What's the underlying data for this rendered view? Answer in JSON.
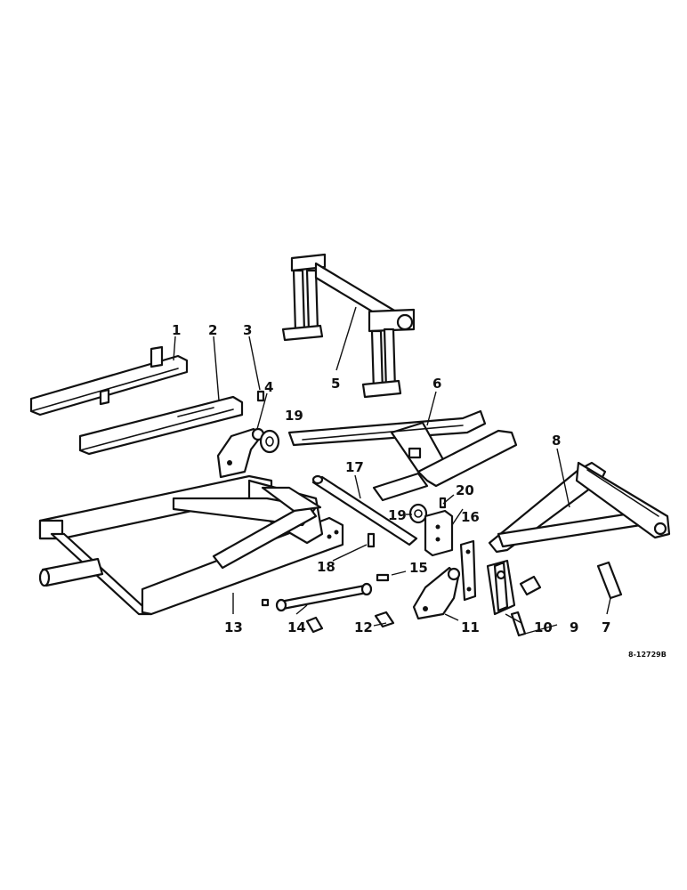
{
  "callouts": {
    "p1": "1",
    "p2": "2",
    "p3": "3",
    "p4": "4",
    "p5": "5",
    "p6": "6",
    "p7": "7",
    "p8": "8",
    "p9": "9",
    "p10": "10",
    "p11": "11",
    "p12": "12",
    "p13": "13",
    "p14": "14",
    "p15": "15",
    "p16": "16",
    "p17": "17",
    "p18": "18",
    "p19a": "19",
    "p19b": "19",
    "p20": "20"
  },
  "drawing_number": "8-12729B",
  "colors": {
    "ink": "#111111",
    "paper": "#ffffff"
  }
}
